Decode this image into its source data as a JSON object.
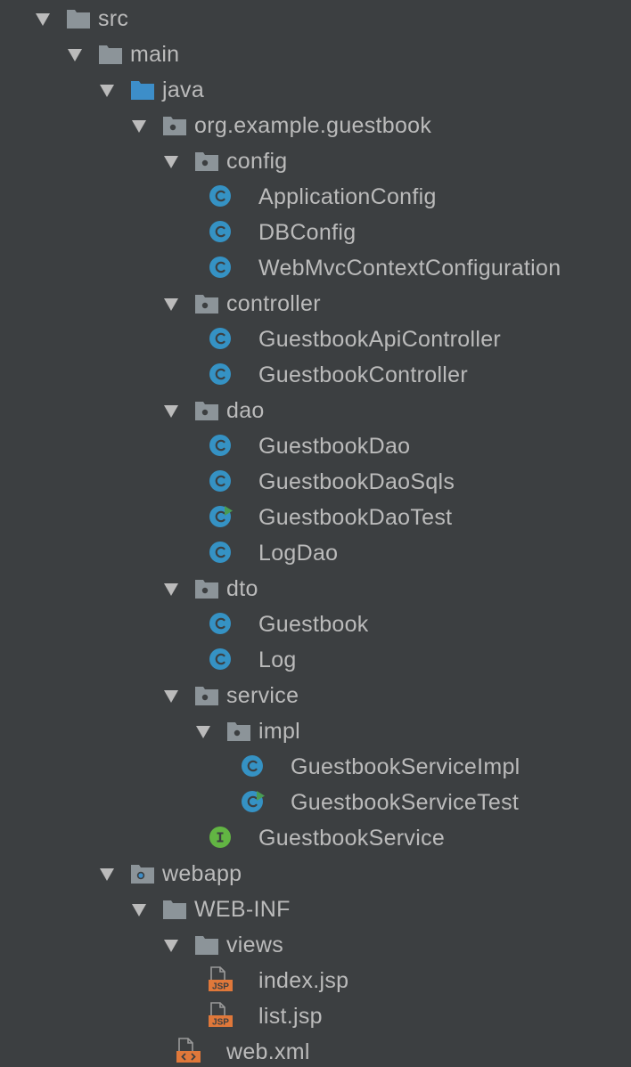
{
  "tree": {
    "items": [
      {
        "label": "src",
        "level": 0,
        "icon": "folder-icon",
        "expanded": true
      },
      {
        "label": "main",
        "level": 1,
        "icon": "folder-icon",
        "expanded": true
      },
      {
        "label": "java",
        "level": 2,
        "icon": "source-folder-icon",
        "expanded": true
      },
      {
        "label": "org.example.guestbook",
        "level": 3,
        "icon": "package-icon",
        "expanded": true
      },
      {
        "label": "config",
        "level": 4,
        "icon": "package-icon",
        "expanded": true
      },
      {
        "label": "ApplicationConfig",
        "level": 5,
        "icon": "java-class-icon"
      },
      {
        "label": "DBConfig",
        "level": 5,
        "icon": "java-class-icon"
      },
      {
        "label": "WebMvcContextConfiguration",
        "level": 5,
        "icon": "java-class-icon"
      },
      {
        "label": "controller",
        "level": 4,
        "icon": "package-icon",
        "expanded": true
      },
      {
        "label": "GuestbookApiController",
        "level": 5,
        "icon": "java-class-icon"
      },
      {
        "label": "GuestbookController",
        "level": 5,
        "icon": "java-class-icon"
      },
      {
        "label": "dao",
        "level": 4,
        "icon": "package-icon",
        "expanded": true
      },
      {
        "label": "GuestbookDao",
        "level": 5,
        "icon": "java-class-icon"
      },
      {
        "label": "GuestbookDaoSqls",
        "level": 5,
        "icon": "java-class-icon"
      },
      {
        "label": "GuestbookDaoTest",
        "level": 5,
        "icon": "test-class-icon"
      },
      {
        "label": "LogDao",
        "level": 5,
        "icon": "java-class-icon"
      },
      {
        "label": "dto",
        "level": 4,
        "icon": "package-icon",
        "expanded": true
      },
      {
        "label": "Guestbook",
        "level": 5,
        "icon": "java-class-icon"
      },
      {
        "label": "Log",
        "level": 5,
        "icon": "java-class-icon"
      },
      {
        "label": "service",
        "level": 4,
        "icon": "package-icon",
        "expanded": true
      },
      {
        "label": "impl",
        "level": 5,
        "icon": "package-icon",
        "expanded": true
      },
      {
        "label": "GuestbookServiceImpl",
        "level": 6,
        "icon": "java-class-icon"
      },
      {
        "label": "GuestbookServiceTest",
        "level": 6,
        "icon": "test-class-icon"
      },
      {
        "label": "GuestbookService",
        "level": 5,
        "icon": "java-interface-icon"
      },
      {
        "label": "webapp",
        "level": 2,
        "icon": "web-folder-icon",
        "expanded": true
      },
      {
        "label": "WEB-INF",
        "level": 3,
        "icon": "folder-icon",
        "expanded": true
      },
      {
        "label": "views",
        "level": 4,
        "icon": "folder-icon",
        "expanded": true
      },
      {
        "label": "index.jsp",
        "level": 5,
        "icon": "jsp-file-icon"
      },
      {
        "label": "list.jsp",
        "level": 5,
        "icon": "jsp-file-icon"
      },
      {
        "label": "web.xml",
        "level": 4,
        "icon": "xml-file-icon"
      }
    ]
  },
  "icons": {
    "folder-icon": {
      "glyph": "folder",
      "color": "#8c9499"
    },
    "source-folder-icon": {
      "glyph": "folder",
      "color": "#3d8ec9"
    },
    "package-icon": {
      "glyph": "folder-dot",
      "color": "#8c9499"
    },
    "web-folder-icon": {
      "glyph": "folder-web",
      "color": "#8c9499"
    },
    "java-class-icon": {
      "glyph": "C",
      "color": "#3592c4"
    },
    "test-class-icon": {
      "glyph": "C",
      "color": "#3592c4"
    },
    "java-interface-icon": {
      "glyph": "I",
      "color": "#62b543"
    },
    "jsp-file-icon": {
      "glyph": "JSP",
      "color": "#e0783a"
    },
    "xml-file-icon": {
      "glyph": "<>",
      "color": "#e0783a"
    }
  },
  "colors": {
    "background": "#3c3f41",
    "text": "#bbbbbb",
    "arrow": "#bbbbbb",
    "test-marker": "#499c54"
  }
}
